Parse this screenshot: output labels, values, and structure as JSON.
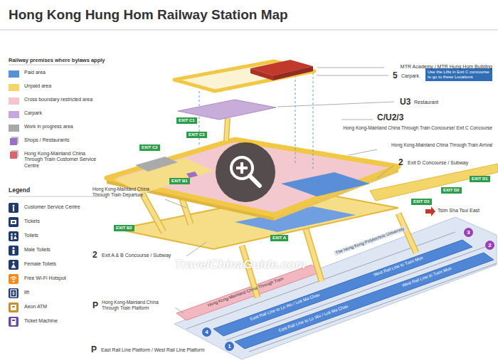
{
  "diagram": {
    "title": "Hong Kong Hung Hom Railway Station Map",
    "nodes": [
      {
        "text": [
          "Use the Lifts in Exit C concourse to go to these Locations"
        ]
      },
      {
        "text": [
          "EXIT C1"
        ]
      },
      {
        "text": [
          "EXIT C2"
        ]
      },
      {
        "text": [
          "EXIT C3"
        ]
      },
      {
        "text": [
          "EXIT B1"
        ]
      },
      {
        "text": [
          "EXIT B2"
        ]
      },
      {
        "text": [
          "EXIT A"
        ]
      },
      {
        "text": [
          "EXIT D1"
        ]
      },
      {
        "text": [
          "EXIT D2"
        ]
      },
      {
        "text": [
          "EXIT D3"
        ]
      },
      {
        "text": [
          "1"
        ]
      },
      {
        "text": [
          "2"
        ]
      },
      {
        "text": [
          "3"
        ]
      },
      {
        "text": [
          "4"
        ]
      }
    ],
    "labels": [
      "Railway premises where bylaws apply",
      "Legend",
      "MTR Academy / MTR Hung Hom Building",
      "5",
      "Carpark",
      "U3",
      "Restaurant",
      "C/U2/3",
      "Hong Kong-Mainland China Through Train Concourse/ Exit C Concourse",
      "Hong Kong-Mainland China Through Train Arrival",
      "2",
      "Exit D Concourse / Subway",
      "Tsim Sha Tsui East",
      "Hong Kong-Mainland China Through Train Departure",
      "2",
      "Exit A & B Concourse / Subway",
      "P",
      "Hong Kong-Mainland China Through Train Platform",
      "P",
      "East Rail Line Platform / West Rail Line Platform",
      "TravelChinaGuide.com",
      "The Hong Kong Polytechnic University",
      "West Rail Line to Tuen Mun",
      "West Rail Line to Tuen Mun",
      "East Rail Line to Lo Wu / Lok Ma Chau",
      "East Rail Line to Lo Wu / Lok Ma Chau",
      "Hong Kong-Mainland China Through Train"
    ],
    "legend": [
      {
        "text": "Paid area",
        "color": "#5b8fd6"
      },
      {
        "text": "Unpaid area",
        "color": "#f3d56a"
      },
      {
        "text": "Cross boundary restricted area",
        "color": "#f2c6cc"
      },
      {
        "text": "Carpark",
        "color": "#c6a9dc"
      },
      {
        "text": "Work in progress area",
        "color": "#a8a8a8"
      },
      {
        "text": "Shops / Restaurants",
        "color": "#9b6fc4"
      },
      {
        "text": "Hong Kong-Mainland China Through Train Customer Service Centre",
        "color": "#d9666e"
      },
      {
        "text": "Customer Service Centre"
      },
      {
        "text": "Tickets"
      },
      {
        "text": "Toilets"
      },
      {
        "text": "Male Toilets"
      },
      {
        "text": "Female Toilets"
      },
      {
        "text": "Free Wi-Fi Hotspot"
      },
      {
        "text": "lift"
      },
      {
        "text": "Aeon ATM"
      },
      {
        "text": "Ticket Machine"
      }
    ]
  }
}
